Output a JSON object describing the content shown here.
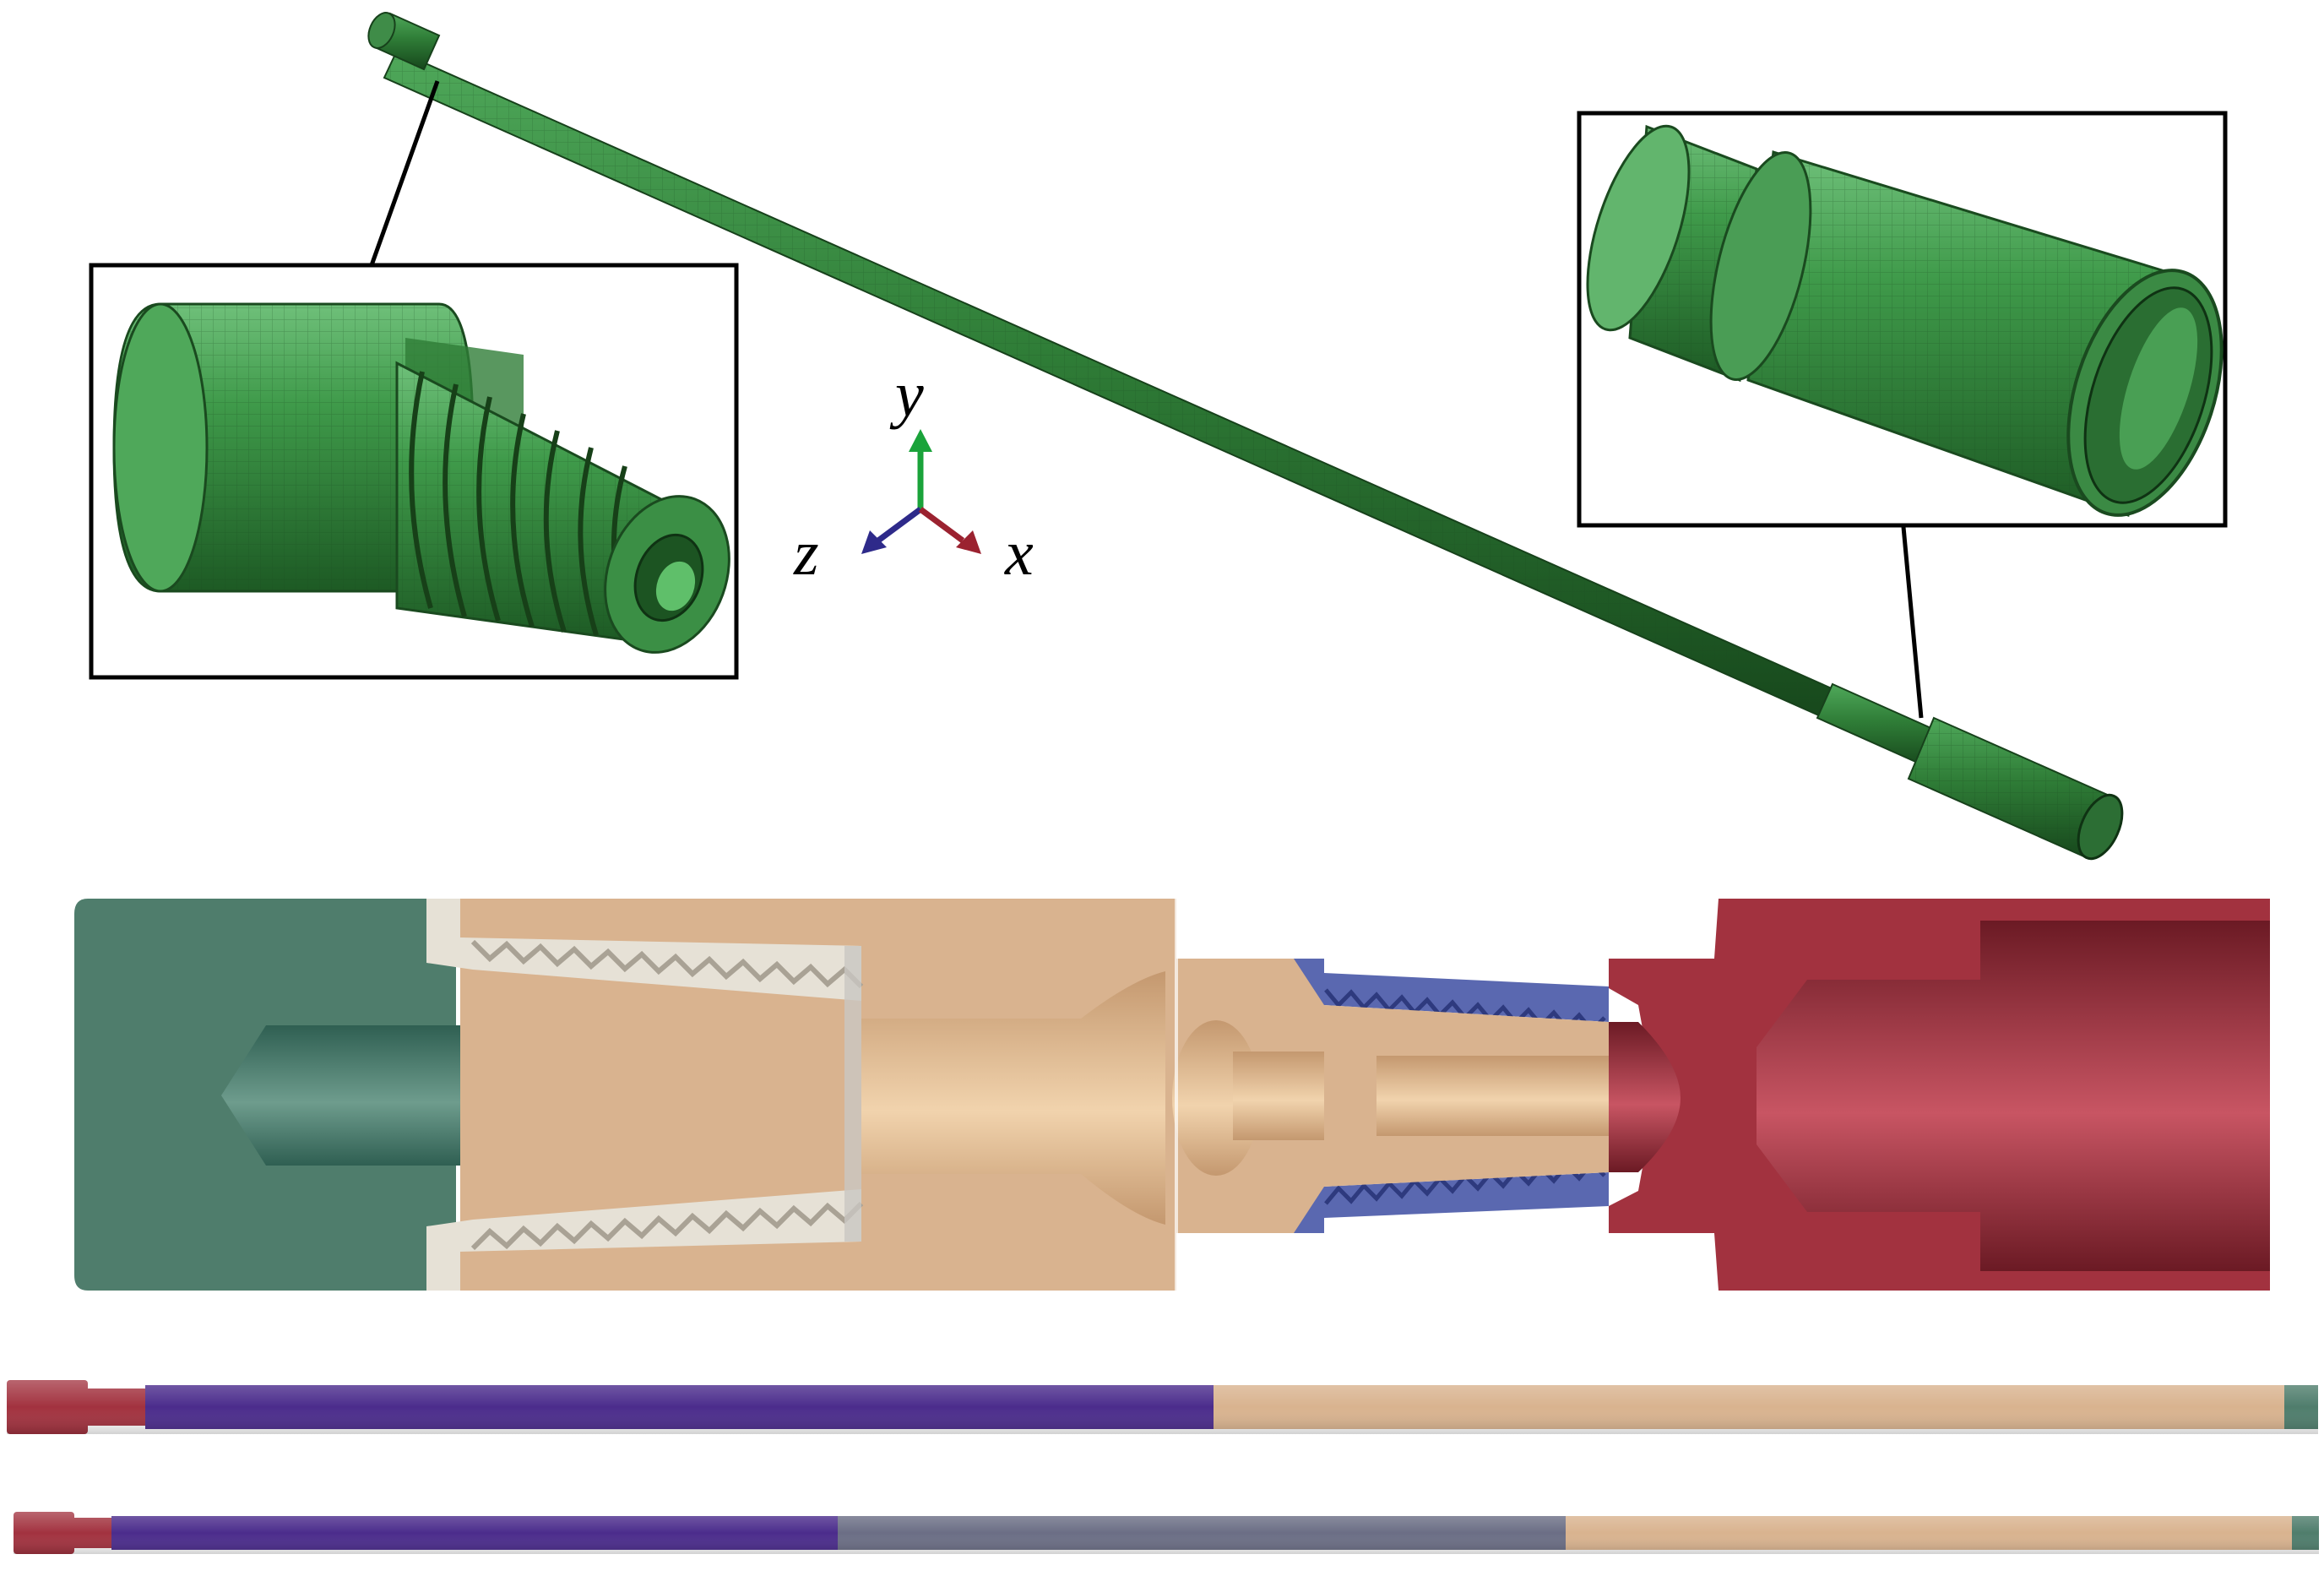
{
  "axes": {
    "y_label": "y",
    "z_label": "z",
    "x_label": "x",
    "colors": {
      "y": "#1aa33a",
      "z": "#2e2a8a",
      "x": "#9b2230"
    }
  },
  "colors": {
    "mesh_green": "#2f8a3a",
    "mesh_dark": "#1f5a26",
    "coupling_green": "#4f7d6c",
    "rod_tan": "#d9b38f",
    "rod_red": "#a2323f",
    "rod_purple": "#4b2c8c",
    "rod_grey": "#6b6e85",
    "thread_white": "#e6e1d6",
    "thread_blue": "#4b5fae"
  },
  "insets": {
    "left": {
      "content": "threaded-pin-end-mesh"
    },
    "right": {
      "content": "box-end-mesh"
    }
  }
}
